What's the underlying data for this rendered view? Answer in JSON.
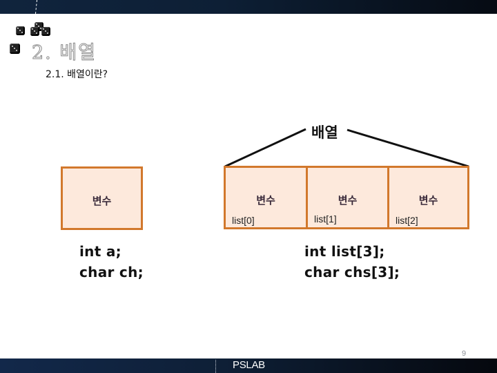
{
  "slide": {
    "title": "2. 배열",
    "subtitle": "2.1. 배열이란?",
    "page_number": "9",
    "footer_brand": "PSLAB"
  },
  "diagram": {
    "array_label": "배열",
    "single_variable": {
      "label": "변수"
    },
    "array_cells": [
      {
        "label": "변수",
        "index": "list[0]"
      },
      {
        "label": "변수",
        "index": "list[1]"
      },
      {
        "label": "변수",
        "index": "list[2]"
      }
    ],
    "colors": {
      "cell_fill": "#fde9dc",
      "cell_border": "#d2782c"
    }
  },
  "code": {
    "single": [
      "int a;",
      "char ch;"
    ],
    "array": [
      "int list[3];",
      "char chs[3];"
    ]
  }
}
